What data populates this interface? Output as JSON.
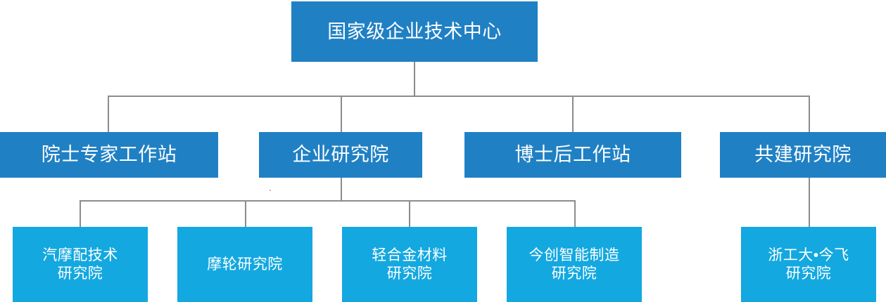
{
  "diagram": {
    "title_text": "国家级企业技术中心",
    "colors": {
      "level0_fill": "#2080c4",
      "level1_fill": "#2080c4",
      "level2_fill": "#14a8e0",
      "connector": "#8c8c8c",
      "node_text": "#ffffff",
      "background": "#ffffff"
    },
    "nodes": {
      "root": {
        "label": "国家级企业技术中心"
      },
      "level1": [
        {
          "label": "院士专家工作站"
        },
        {
          "label": "企业研究院"
        },
        {
          "label": "博士后工作站"
        },
        {
          "label": "共建研究院"
        }
      ],
      "level2_under_qiye": [
        {
          "label": "汽摩配技术\n研究院"
        },
        {
          "label": "摩轮研究院"
        },
        {
          "label": "轻合金材料\n研究院"
        },
        {
          "label": "今创智能制造\n研究院"
        }
      ],
      "level2_under_gongjian": [
        {
          "label": "浙工大•今飞\n研究院"
        }
      ]
    }
  }
}
